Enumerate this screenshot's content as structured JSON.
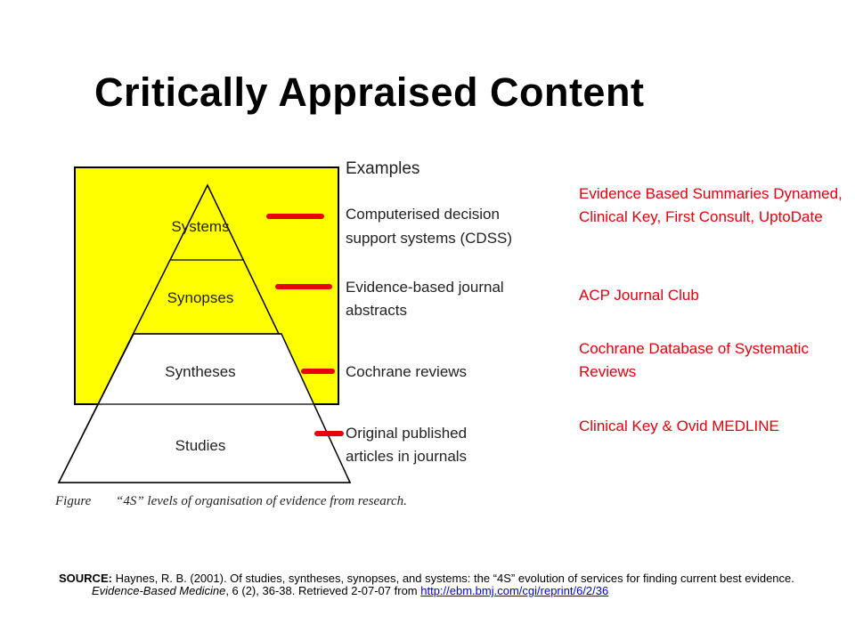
{
  "title": "Critically Appraised Content",
  "figure": {
    "header": "Examples",
    "levels": [
      "Systems",
      "Synopses",
      "Syntheses",
      "Studies"
    ],
    "descriptions": [
      [
        "Computerised decision",
        "support systems (CDSS)"
      ],
      [
        "Evidence-based journal",
        "abstracts"
      ],
      [
        "Cochrane reviews"
      ],
      [
        "Original published",
        "articles in journals"
      ]
    ],
    "caption_label": "Figure",
    "caption_text": "“4S” levels of organisation of evidence from research.",
    "highlight_color": "#ffff00",
    "marker_color": "#e8000b"
  },
  "examples": [
    "Evidence Based Summaries Dynamed, Clinical Key, First Consult, UptoDate",
    "ACP Journal Club",
    "Cochrane Database of Systematic Reviews",
    "Clinical Key & Ovid MEDLINE"
  ],
  "source": {
    "label": "SOURCE:",
    "text_before": "  Haynes, R. B. (2001). Of studies, syntheses, synopses, and systems: the “4S” evolution of services for finding current best evidence. ",
    "journal": "Evidence-Based Medicine",
    "text_after": ", 6 (2), 36-38.  Retrieved 2-07-07 from ",
    "url": "http://ebm.bmj.com/cgi/reprint/6/2/36"
  },
  "colors": {
    "example_text": "#e8000b",
    "link": "#0000ee"
  }
}
